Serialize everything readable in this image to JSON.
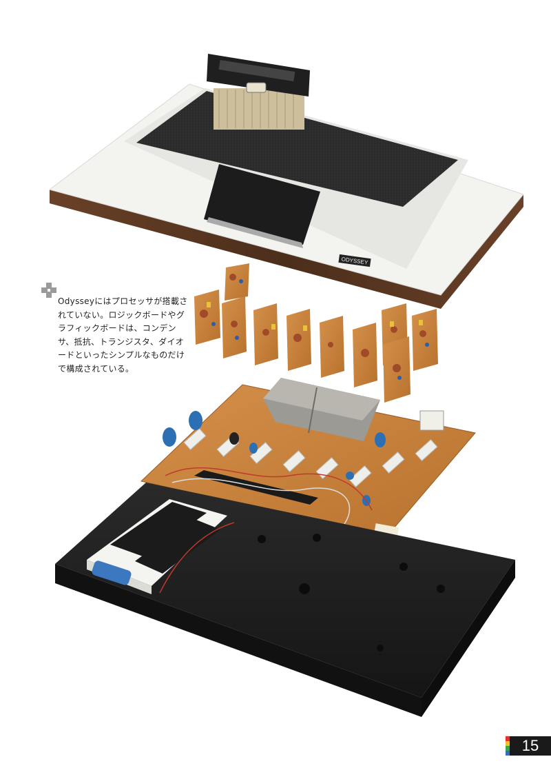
{
  "caption": {
    "text": "Odysseyにはプロセッサが搭載されていない。ロジックボードやグラフィックボードは、コンデンサ、抵抗、トランジスタ、ダイオードといったシンプルなものだけで構成されている。"
  },
  "console_badge": {
    "text": "ODYSSEY"
  },
  "page": {
    "number": "15",
    "bar_colors": [
      "#e8302a",
      "#f4c21a",
      "#3aa54a",
      "#2f6fc4"
    ]
  },
  "colors": {
    "case_white": "#f2f2ef",
    "wood_trim": "#5a3a22",
    "top_panel": "#2e2e2e",
    "pcb": "#c9843f",
    "bottom_shell": "#1e1e1e"
  }
}
